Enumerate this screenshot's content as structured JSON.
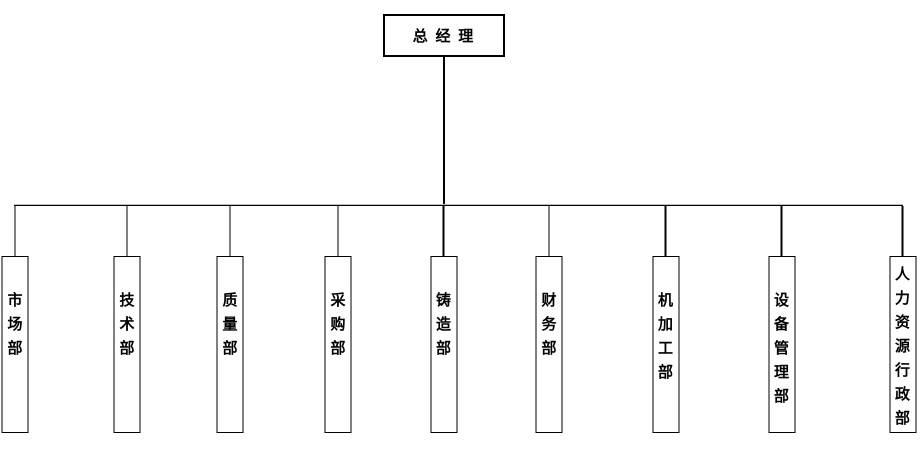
{
  "diagram": {
    "root_label": "总 经 理",
    "departments": [
      "市场部",
      "技术部",
      "质量部",
      "采购部",
      "铸造部",
      "财务部",
      "机加工部",
      "设备管理部",
      "人力资源行政部"
    ]
  }
}
